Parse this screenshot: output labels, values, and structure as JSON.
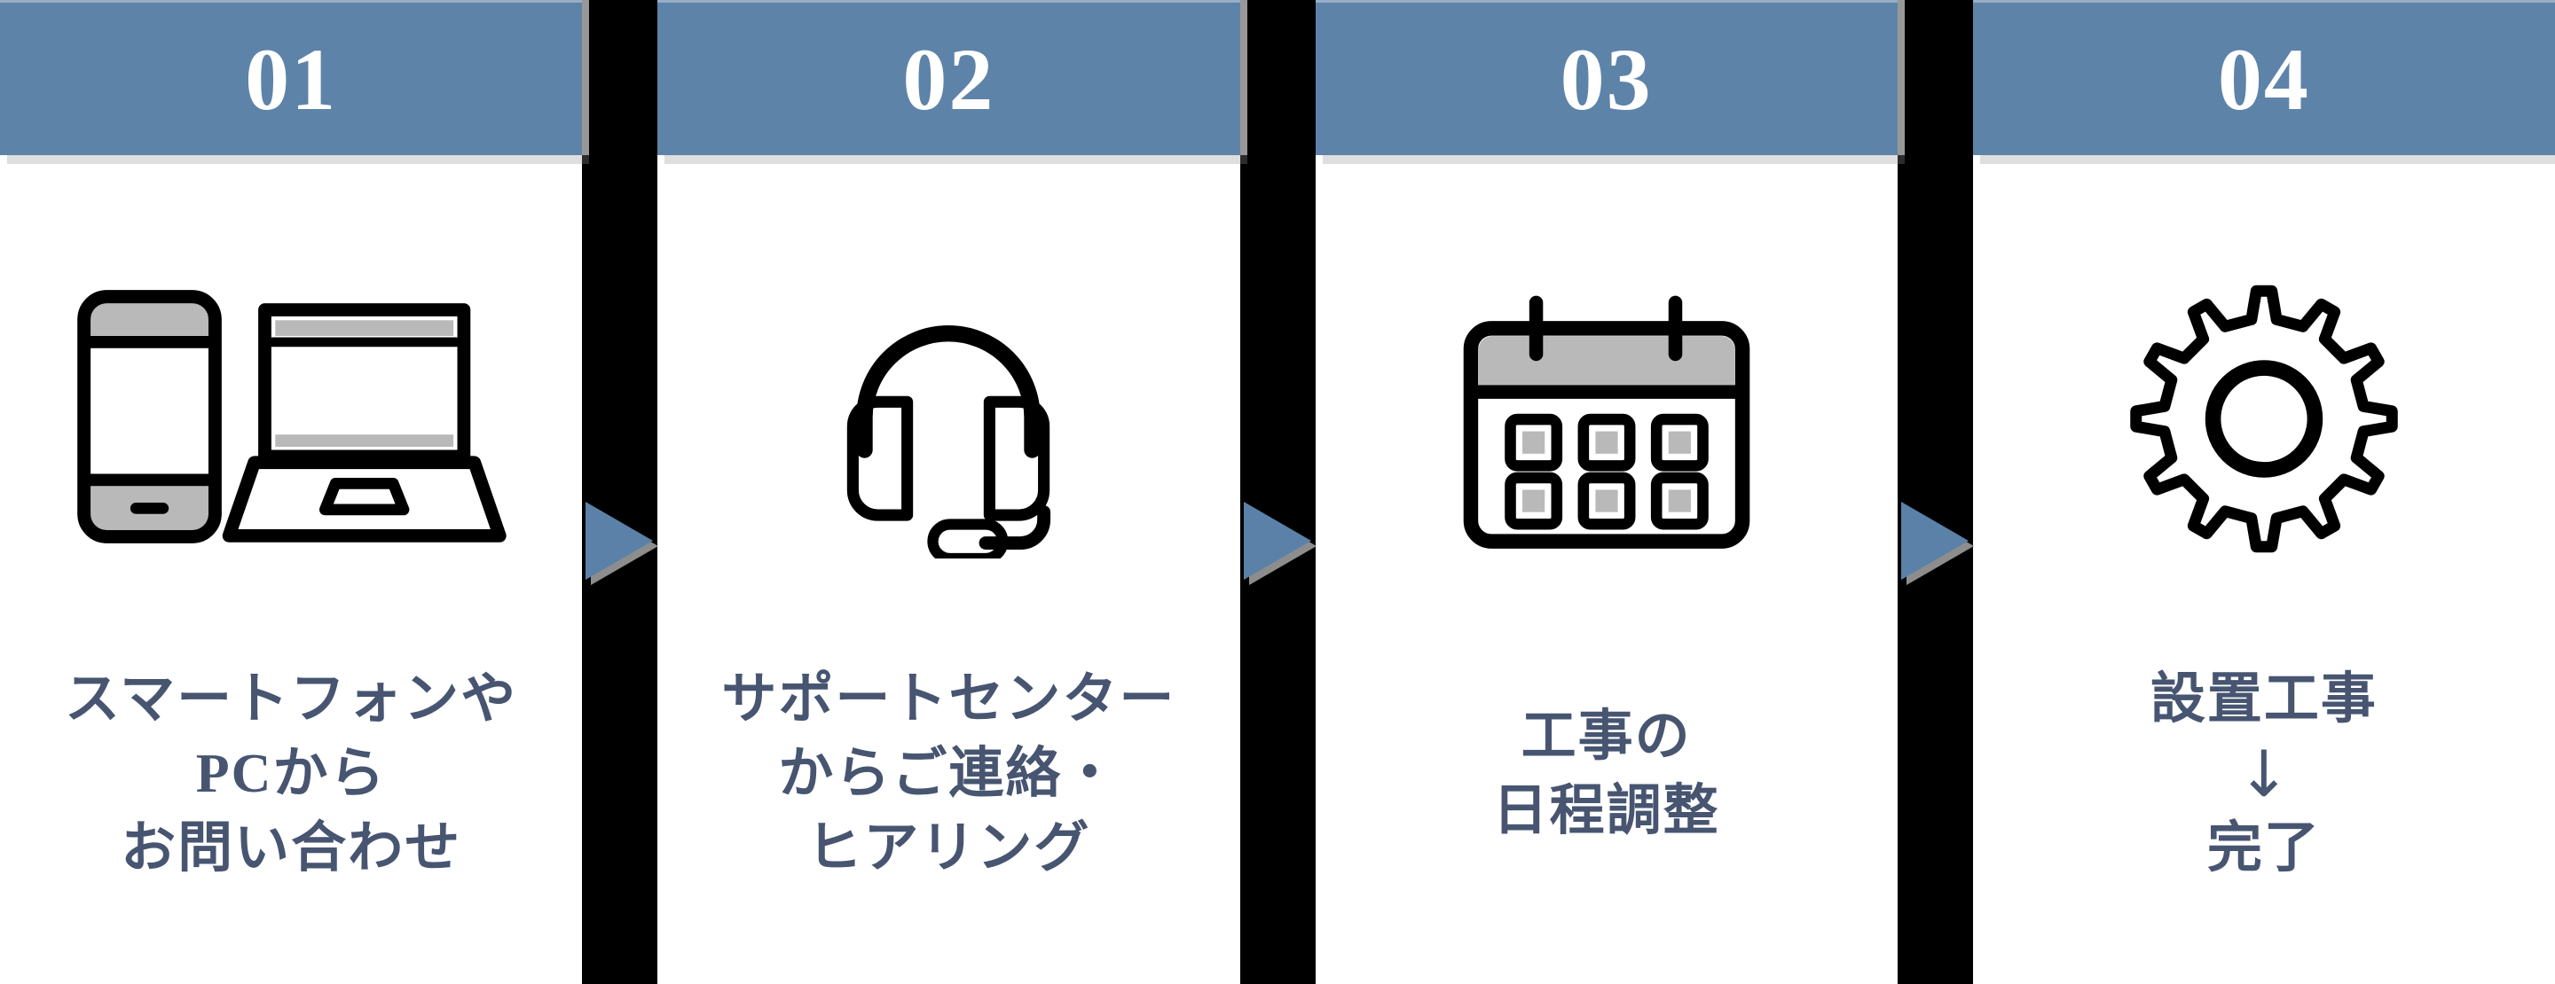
{
  "diagram": {
    "type": "process-flow",
    "direction": "left-to-right",
    "colors": {
      "header_band": "#5e83a9",
      "arrow": "#5b81a8",
      "arrow_shadow": "#8d8d8d",
      "body_text": "#475571",
      "connector_bar": "#000000",
      "icon_fill_gray": "#b9b9b9",
      "icon_outline": "#000000",
      "card_background": "#ffffff",
      "number_text": "#ffffff"
    },
    "steps": [
      {
        "number": "01",
        "icon": "smartphone-laptop-icon",
        "lines": [
          "スマートフォンや",
          "PCから",
          "お問い合わせ"
        ]
      },
      {
        "number": "02",
        "icon": "headset-icon",
        "lines": [
          "サポートセンター",
          "からご連絡・",
          "ヒアリング"
        ]
      },
      {
        "number": "03",
        "icon": "calendar-icon",
        "lines": [
          "工事の",
          "日程調整"
        ]
      },
      {
        "number": "04",
        "icon": "gear-icon",
        "lines": [
          "設置工事",
          "↓",
          "完了"
        ]
      }
    ]
  }
}
